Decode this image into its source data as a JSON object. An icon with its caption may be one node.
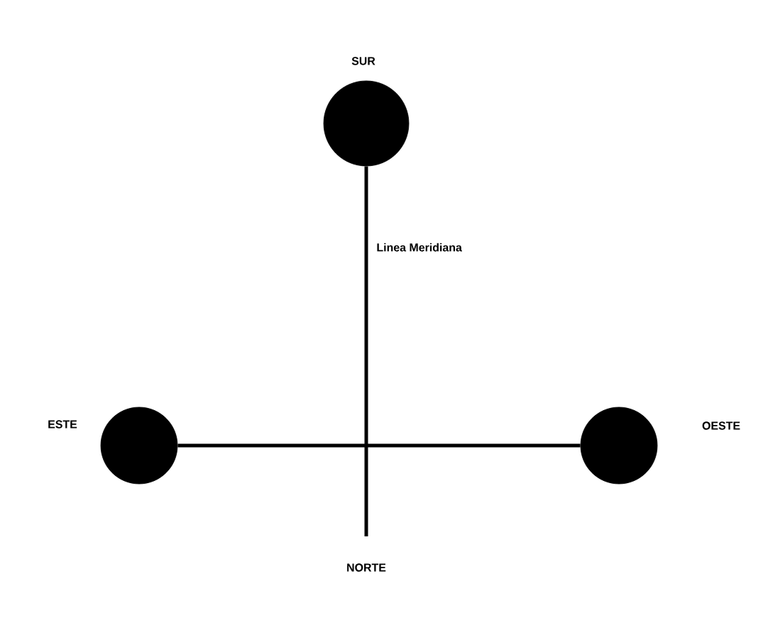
{
  "diagram": {
    "nodes": [
      {
        "text": [],
        "shape": "circle",
        "beside": [
          "SUR"
        ]
      },
      {
        "text": [],
        "shape": "circle",
        "beside": [
          "ESTE"
        ]
      },
      {
        "text": [],
        "shape": "circle",
        "beside": [
          "OESTE"
        ]
      },
      {
        "text": [
          "NORTE"
        ]
      }
    ],
    "edges": [
      {
        "from": 0,
        "to": 3,
        "arrow": "none",
        "label": "Linea Meridiana"
      },
      {
        "from": 1,
        "to": 2,
        "arrow": "none"
      }
    ]
  }
}
